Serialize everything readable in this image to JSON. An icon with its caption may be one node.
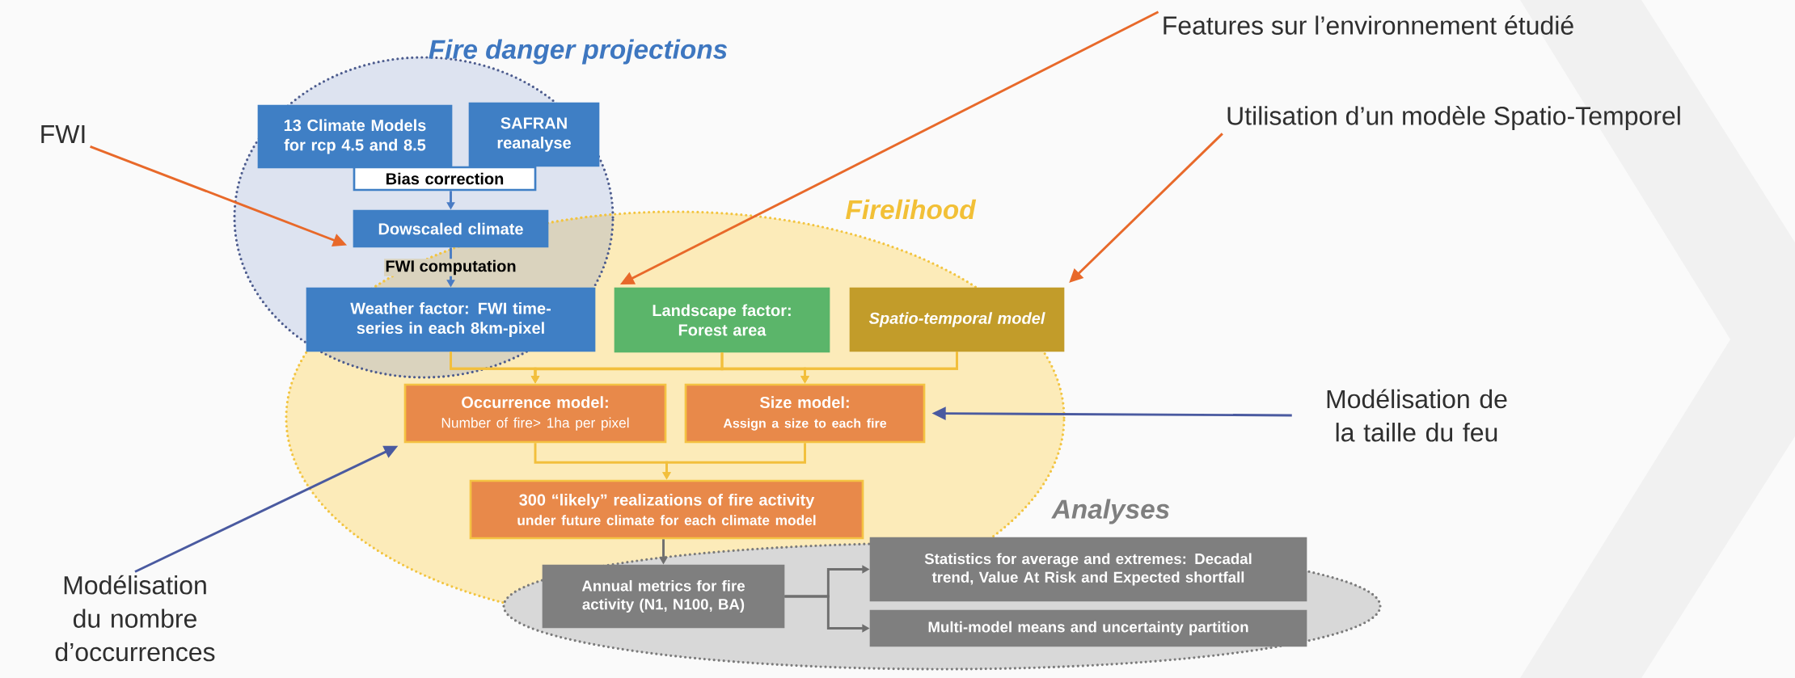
{
  "diagram": {
    "nodes": [
      {
        "text": [
          "Fire danger projections"
        ]
      },
      {
        "text": [
          "13 Climate Models for rcp 4.5 and 8.5"
        ],
        "in": 0
      },
      {
        "text": [
          "SAFRAN reanalyse"
        ],
        "in": 0
      },
      {
        "text": [
          "Bias correction"
        ],
        "in": 0
      },
      {
        "text": [
          "Dowscaled climate"
        ],
        "in": 0
      },
      {
        "text": [
          "Weather factor: FWI time-series in each 8km-pixel"
        ]
      },
      {
        "text": [
          "Firelihood"
        ]
      },
      {
        "text": [
          "Landscape factor: Forest area"
        ],
        "in": 6
      },
      {
        "text": [
          "Spatio-temporal model"
        ],
        "in": 6
      },
      {
        "text": [
          "Occurrence model:",
          "Number of fire> 1ha per pixel"
        ],
        "in": 6
      },
      {
        "text": [
          "Size model:",
          "Assign a size to each fire"
        ],
        "in": 6
      },
      {
        "text": [
          "300 “likely” realizations of fire activity",
          "under future climate for each climate model"
        ],
        "in": 6
      },
      {
        "text": [
          "Analyses"
        ]
      },
      {
        "text": [
          "Annual metrics for fire activity (N1, N100, BA)"
        ]
      },
      {
        "text": [
          "Statistics for average and extremes: Decadal trend, Value At Risk and Expected shortfall"
        ]
      },
      {
        "text": [
          "Multi-model means and uncertainty partition"
        ],
        "in": 12
      },
      {
        "text": [
          "FWI"
        ]
      },
      {
        "text": [
          "Features sur l’environnement étudié"
        ]
      },
      {
        "text": [
          "Utilisation d’un modèle Spatio-Temporel"
        ]
      },
      {
        "text": [
          "Modélisation de la taille du feu"
        ]
      },
      {
        "text": [
          "Modélisation du nombre d’occurrences"
        ]
      }
    ],
    "edges": [
      {
        "from": 3,
        "to": 4,
        "arrow": "to",
        "color": "#4a7cc4"
      },
      {
        "from": 4,
        "to": 5,
        "arrow": "to",
        "label": "FWI computation",
        "color": "#4a7cc4"
      },
      {
        "from": 5,
        "to": 9,
        "arrow": "to"
      },
      {
        "from": 5,
        "to": 10,
        "arrow": "to"
      },
      {
        "from": 7,
        "to": 9,
        "arrow": "to"
      },
      {
        "from": 7,
        "to": 10,
        "arrow": "to"
      },
      {
        "from": 8,
        "to": 9,
        "arrow": "to"
      },
      {
        "from": 8,
        "to": 10,
        "arrow": "to"
      },
      {
        "from": 9,
        "to": 11,
        "arrow": "to"
      },
      {
        "from": 10,
        "to": 11,
        "arrow": "to"
      },
      {
        "from": 11,
        "to": 13,
        "arrow": "to",
        "color": "#6f6f6f"
      },
      {
        "from": 13,
        "to": 14,
        "arrow": "to",
        "color": "#6f6f6f"
      },
      {
        "from": 13,
        "to": 15,
        "arrow": "to",
        "color": "#6f6f6f"
      },
      {
        "from": 16,
        "to": 4,
        "arrow": "to",
        "color": "#e8692a"
      },
      {
        "from": 17,
        "to": 7,
        "arrow": "to",
        "color": "#e8692a"
      },
      {
        "from": 18,
        "to": 8,
        "arrow": "to",
        "color": "#e8692a"
      },
      {
        "from": 19,
        "to": 10,
        "arrow": "to",
        "color": "#4a5aa0"
      },
      {
        "from": 20,
        "to": 9,
        "arrow": "to",
        "color": "#4a5aa0"
      }
    ]
  }
}
